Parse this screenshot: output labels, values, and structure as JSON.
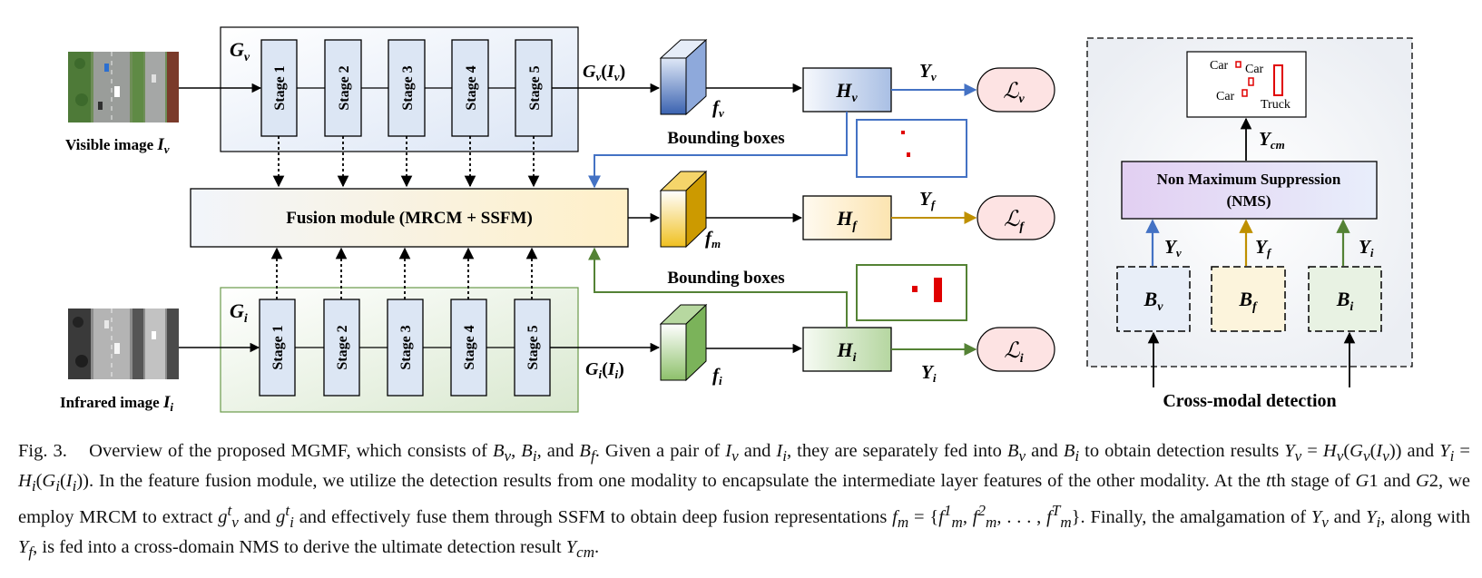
{
  "figure": {
    "backbone_visible_label": "G",
    "backbone_visible_sub": "v",
    "backbone_infrared_label": "G",
    "backbone_infrared_sub": "i",
    "stages": [
      "Stage 1",
      "Stage 2",
      "Stage 3",
      "Stage 4",
      "Stage 5"
    ],
    "visible_image_label": "Visible image ",
    "visible_image_sym": "I",
    "visible_image_sub": "v",
    "infrared_image_label": "Infrared image ",
    "infrared_image_sym": "I",
    "infrared_image_sub": "i",
    "gv_output": "G",
    "gi_output": "G",
    "fusion_module_label": "Fusion module (MRCM + SSFM)",
    "bounding_boxes_top": "Bounding boxes",
    "bounding_boxes_bottom": "Bounding boxes",
    "feature_v": "f",
    "feature_m": "f",
    "feature_i": "f",
    "head_sym": "H",
    "output_sym": "Y",
    "loss_sym": "ℒ",
    "nms_line1": "Non Maximum Suppression",
    "nms_line2": "(NMS)",
    "ycm": "Y",
    "branch_sym": "B",
    "cross_modal_label": "Cross-modal detection",
    "detections": [
      {
        "label": "Car"
      },
      {
        "label": "Car"
      },
      {
        "label": "Car"
      },
      {
        "label": "Truck"
      }
    ],
    "colors": {
      "visible": "#4472C4",
      "fusion": "#BF9000",
      "infrared": "#548235",
      "detection": "#E00000"
    }
  },
  "caption": {
    "fig_label": "Fig. 3.",
    "text_html": "Overview of the proposed MGMF, which consists of <span class=\"i\">B<sub>v</sub></span>, <span class=\"i\">B<sub>i</sub></span>, and <span class=\"i\">B<sub>f</sub></span>. Given a pair of <span class=\"i\">I<sub>v</sub></span> and <span class=\"i\">I<sub>i</sub></span>, they are separately fed into <span class=\"i\">B<sub>v</sub></span> and <span class=\"i\">B<sub>i</sub></span> to obtain detection results <span class=\"i\">Y<sub>v</sub></span> = <span class=\"i\">H<sub>v</sub></span>(<span class=\"i\">G<sub>v</sub></span>(<span class=\"i\">I<sub>v</sub></span>)) and <span class=\"i\">Y<sub>i</sub></span> = <span class=\"i\">H<sub>i</sub></span>(<span class=\"i\">G<sub>i</sub></span>(<span class=\"i\">I<sub>i</sub></span>)). In the feature fusion module, we utilize the detection results from one modality to encapsulate the intermediate layer features of the other modality. At the <span class=\"i\">t</span>th stage of <span class=\"i\">G</span>1 and <span class=\"i\">G</span>2, we employ MRCM to extract <span class=\"i\">g<sup>t</sup><sub>v</sub></span> and <span class=\"i\">g<sup>t</sup><sub>i</sub></span> and effectively fuse them through SSFM to obtain deep fusion representations <span class=\"i\">f<sub>m</sub></span> = {<span class=\"i\">f<sup>1</sup><sub>m</sub></span>, <span class=\"i\">f<sup>2</sup><sub>m</sub></span>, . . . , <span class=\"i\">f<sup>T</sup><sub>m</sub></span>}. Finally, the amalgamation of <span class=\"i\">Y<sub>v</sub></span> and <span class=\"i\">Y<sub>i</sub></span>, along with <span class=\"i\">Y<sub>f</sub></span>, is fed into a cross-domain NMS to derive the ultimate detection result <span class=\"i\">Y<sub>cm</sub></span>."
  }
}
